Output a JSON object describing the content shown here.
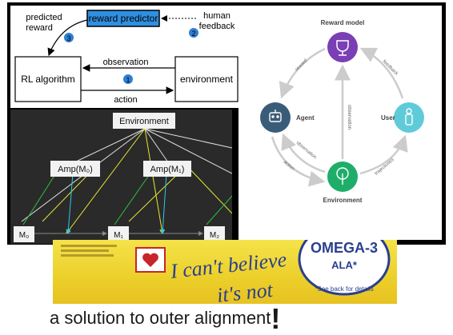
{
  "left_top": {
    "reward_predictor": "reward predictor",
    "predicted_reward": [
      "predicted",
      "reward"
    ],
    "human_feedback": [
      "human",
      "feedback"
    ],
    "rl_algorithm": "RL algorithm",
    "environment": "environment",
    "observation": "observation",
    "action": "action",
    "step1": "1",
    "step2": "2",
    "step3": "3",
    "colors": {
      "predictor_fill": "#2f8fe0",
      "badge": "#2f7fd1"
    }
  },
  "right": {
    "reward_model": "Reward model",
    "agent": "Agent",
    "user": "User",
    "environment": "Environment",
    "edge_reward": "reward",
    "edge_feedback": "feedback",
    "edge_observation_center": "observation",
    "edge_observation_left": "observation",
    "edge_action": "action",
    "edge_trajectories": "trajectories",
    "colors": {
      "reward_model": "#7a3fb4",
      "agent": "#3b5c78",
      "user": "#5fcbd9",
      "environment": "#1fae6a",
      "arrow": "#cccccc"
    }
  },
  "left_bottom": {
    "environment": "Environment",
    "amp0": "Amp(M₀)",
    "amp1": "Amp(M₁)",
    "m0": "M₀",
    "m1": "M₁",
    "m2": "M₂",
    "colors": {
      "green": "#2fbf3f",
      "yellow": "#e7e62f",
      "cyan": "#2fc9e7",
      "white": "#e0e0e0"
    }
  },
  "package": {
    "logo_text": "OMEGA-3",
    "logo_sub": "ALA*",
    "logo_note": "*See back for details",
    "slogan": [
      "I can't believe",
      "it's not"
    ]
  },
  "caption": {
    "text": "a solution to outer alignment",
    "bang": "!"
  }
}
